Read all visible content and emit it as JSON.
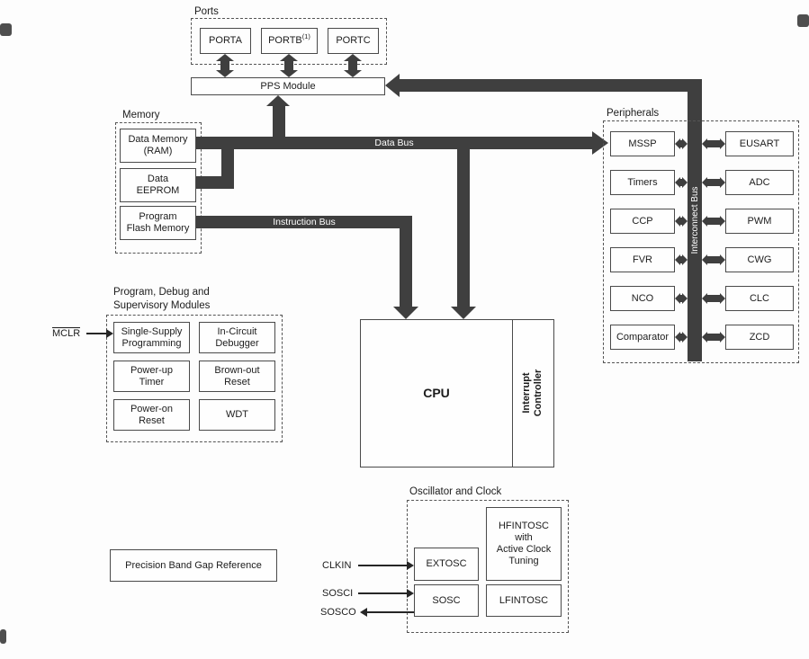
{
  "colors": {
    "bus": "#3f3f3f",
    "box_border": "#4a4a4a",
    "text": "#1c1c1c",
    "bus_text": "#ffffff"
  },
  "ports": {
    "group_label": "Ports",
    "items": [
      "PORTA",
      "PORTB",
      "PORTC"
    ],
    "portb_note": "(1)"
  },
  "pps": {
    "label": "PPS Module"
  },
  "memory": {
    "group_label": "Memory",
    "items": [
      "Data Memory\n(RAM)",
      "Data\nEEPROM",
      "Program\nFlash Memory"
    ]
  },
  "buses": {
    "data_bus": "Data Bus",
    "instruction_bus": "Instruction Bus",
    "interconnect_bus": "Interconnect Bus"
  },
  "peripherals": {
    "group_label": "Peripherals",
    "left_column": [
      "MSSP",
      "Timers",
      "CCP",
      "FVR",
      "NCO",
      "Comparator"
    ],
    "right_column": [
      "EUSART",
      "ADC",
      "PWM",
      "CWG",
      "CLC",
      "ZCD"
    ]
  },
  "debug": {
    "group_label": "Program, Debug and\nSupervisory Modules",
    "mclr_label": "MCLR",
    "items": [
      "Single-Supply\nProgramming",
      "In-Circuit\nDebugger",
      "Power-up\nTimer",
      "Brown-out\nReset",
      "Power-on\nReset",
      "WDT"
    ]
  },
  "cpu": {
    "label": "CPU",
    "interrupt_controller": "Interrupt\nController"
  },
  "oscillator": {
    "group_label": "Oscillator and Clock",
    "hfintosc": "HFINTOSC\nwith\nActive Clock\nTuning",
    "extosc": "EXTOSC",
    "sosc": "SOSC",
    "lfintosc": "LFINTOSC",
    "clkin": "CLKIN",
    "sosci": "SOSCI",
    "sosco": "SOSCO"
  },
  "bandgap": {
    "label": "Precision Band Gap Reference"
  }
}
